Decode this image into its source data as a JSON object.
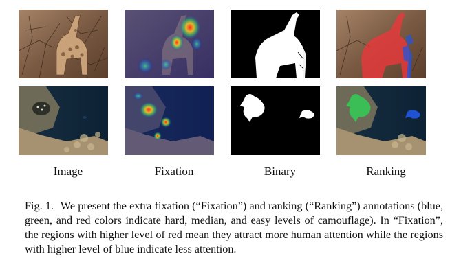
{
  "figure": {
    "columns": [
      {
        "label": "Image"
      },
      {
        "label": "Fixation"
      },
      {
        "label": "Binary"
      },
      {
        "label": "Ranking"
      }
    ],
    "colors": {
      "background": "#ffffff",
      "mask_black": "#000000",
      "mask_white": "#ffffff",
      "rank_easy": "#e8383a",
      "rank_median": "#33cc55",
      "rank_hard": "#2255dd"
    },
    "caption": {
      "fig_label": "Fig. 1.",
      "text": "We present the extra fixation (“Fixation”) and ranking (“Ranking”) annotations (blue, green, and red colors indicate hard, median, and easy levels of camouflage). In “Fixation”, the regions with higher level of red mean they attract more human attention while the regions with higher level of blue indicate less attention."
    }
  }
}
